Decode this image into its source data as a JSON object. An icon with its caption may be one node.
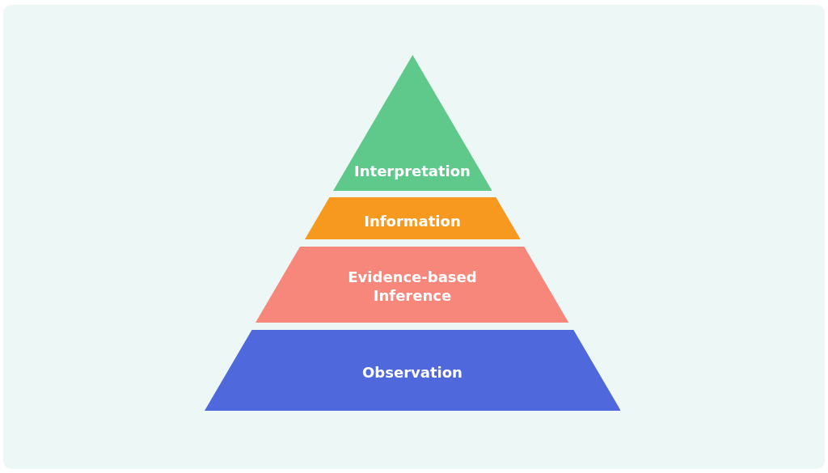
{
  "diagram": {
    "nodes": [
      {
        "text": [
          "Interpretation"
        ]
      },
      {
        "text": [
          "Information"
        ]
      },
      {
        "text": [
          "Evidence-based Inference"
        ]
      },
      {
        "text": [
          "Observation"
        ]
      }
    ]
  }
}
